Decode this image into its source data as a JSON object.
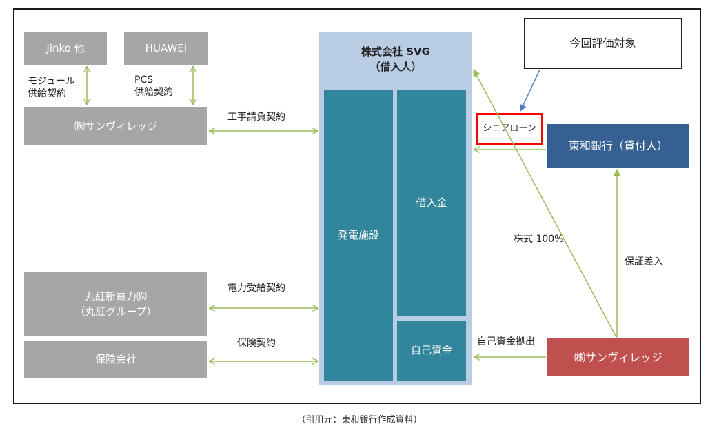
{
  "boxes": {
    "jinko": "Jinko 他",
    "huawei": "HUAWEI",
    "sanvillage_left": "㈱サンヴィレッジ",
    "marubeni_line1": "丸紅新電力㈱",
    "marubeni_line2": "（丸紅グループ）",
    "insurer": "保険会社",
    "svg_line1": "株式会社 SVG",
    "svg_line2": "（借入人）",
    "plant": "発電施設",
    "loan": "借入金",
    "equity": "自己資金",
    "evaluation_target": "今回評価対象",
    "senior_loan": "シニアローン",
    "bank": "東和銀行（貸付人）",
    "sanvillage_right": "㈱サンヴィレッジ"
  },
  "labels": {
    "module_line1": "モジュール",
    "module_line2": "供給契約",
    "pcs_line1": "PCS",
    "pcs_line2": "供給契約",
    "construction": "工事請負契約",
    "power_supply": "電力受給契約",
    "insurance": "保険契約",
    "shares": "株式 100%",
    "guarantee": "保証差入",
    "equity_contribution": "自己資金拠出"
  },
  "caption": "（引用元：東和銀行作成資料）",
  "colors": {
    "gray_box": "#a6a6a6",
    "svg_panel": "#b8cce4",
    "teal": "#31859c",
    "bank": "#366092",
    "sponsor": "#c0504d",
    "arrow_green": "#9bbb59",
    "callout_red": "#ff0000"
  }
}
